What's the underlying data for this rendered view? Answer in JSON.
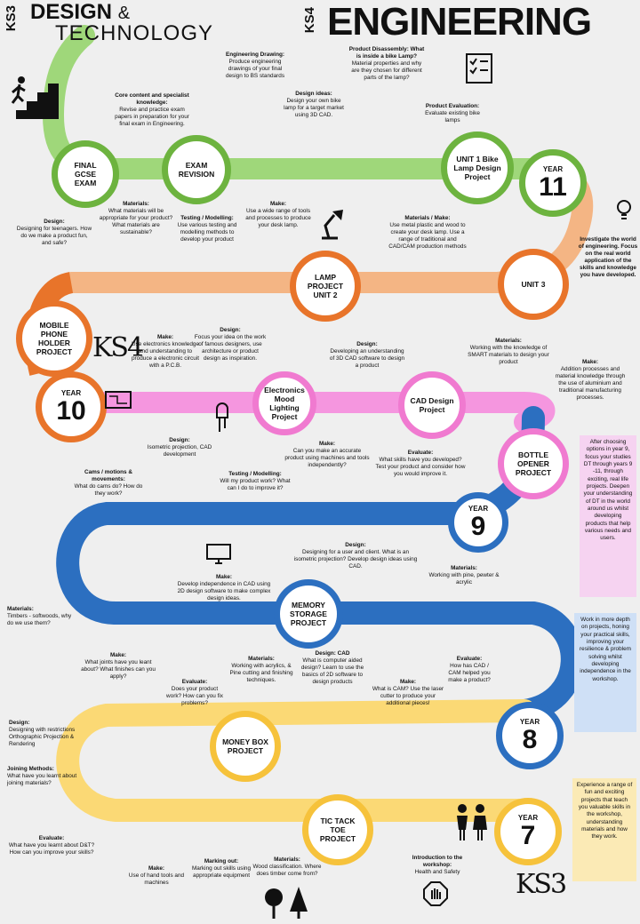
{
  "header": {
    "ks3_tag": "KS3",
    "design_word": "DESIGN",
    "ampersand": "&",
    "technology_word": "TECHNOLOGY",
    "ks4_tag": "KS4",
    "engineering_word": "ENGINEERING"
  },
  "colors": {
    "year11_green": "#6db33f",
    "year10_orange": "#e8742a",
    "year10_pink": "#f07ad0",
    "year9_blue": "#2c6fc0",
    "year8_7_yellow": "#f6c23b"
  },
  "ks_marks": {
    "ks4": "KS4",
    "ks3": "KS3"
  },
  "circles": {
    "final_exam": "FINAL GCSE EXAM",
    "exam_revision": "EXAM REVISION",
    "unit1": "UNIT 1 Bike Lamp Design Project",
    "year11_label": "YEAR",
    "year11_num": "11",
    "unit3": "UNIT 3",
    "lamp_project": "LAMP PROJECT UNIT 2",
    "mobile_phone": "MOBILE PHONE HOLDER PROJECT",
    "year10_label": "YEAR",
    "year10_num": "10",
    "electronics": "Electronics Mood Lighting Project",
    "cad_design": "CAD Design Project",
    "bottle_opener": "BOTTLE OPENER PROJECT",
    "year9_label": "YEAR",
    "year9_num": "9",
    "memory_storage": "MEMORY STORAGE PROJECT",
    "money_box": "MONEY BOX PROJECT",
    "year8_label": "YEAR",
    "year8_num": "8",
    "tic_tack": "TIC TACK TOE PROJECT",
    "year7_label": "YEAR",
    "year7_num": "7"
  },
  "notes": {
    "core_content": {
      "title": "Core content and specialist knowledge:",
      "body": "Revise and practice exam papers in preparation for your final exam in Engineering."
    },
    "eng_drawing": {
      "title": "Engineering Drawing:",
      "body": "Produce engineering drawings of your final design to BS standards"
    },
    "design_ideas": {
      "title": "Design ideas:",
      "body": "Design your own bike lamp for a target market using 3D CAD."
    },
    "product_disassembly": {
      "title": "Product Disassembly: What is inside a bike Lamp?",
      "body": "Material properties and why are they chosen for different parts of the lamp?"
    },
    "product_evaluation": {
      "title": "Product Evaluation:",
      "body": "Evaluate existing bike lamps"
    },
    "design_teen": {
      "title": "Design:",
      "body": "Designing for teenagers. How do we make a product fun, and safe?"
    },
    "materials_exam": {
      "title": "Materials:",
      "body": "What materials will be appropriate for your product? What materials are sustainable?"
    },
    "testing_lamp": {
      "title": "Testing / Modelling:",
      "body": "Use various testing and modelling methods to develop your product"
    },
    "make_lamp": {
      "title": "Make:",
      "body": "Use a wide range of tools and processes to produce your desk lamp."
    },
    "materials_make": {
      "title": "Materials / Make:",
      "body": "Use metal plastic and wood to create your desk lamp. Use a range of traditional and CAD/CAM production methods"
    },
    "investigate": {
      "title": "",
      "body": "Investigate the world of engineering. Focus on the real world application of the skills and knowledge you have developed."
    },
    "make_pcb": {
      "title": "Make:",
      "body": "Use electronics knowledge and understanding to produce a electronic circuit with a P.C.B."
    },
    "design_famous": {
      "title": "Design:",
      "body": "Focus your idea on the work of famous designers, use architecture or product design as inspiration."
    },
    "design_3dcad": {
      "title": "Design:",
      "body": "Developing an understanding of 3D CAD software to design a product"
    },
    "materials_smart": {
      "title": "Materials:",
      "body": "Working with the knowledge of SMART materials to design your product"
    },
    "make_aluminium": {
      "title": "Make:",
      "body": "Addition processes and material knowledge through the use of aluminium and traditional manufacturing processes."
    },
    "cams": {
      "title": "Cams / motions & movements:",
      "body": "What do cams do? How do they work?"
    },
    "design_isometric": {
      "title": "Design:",
      "body": "Isometric projection, CAD development"
    },
    "testing_improve": {
      "title": "Testing / Modelling:",
      "body": "Will my product work? What can I do to improve it?"
    },
    "make_accurate": {
      "title": "Make:",
      "body": "Can you make an accurate product using machines and tools independently?"
    },
    "evaluate_skills": {
      "title": "Evaluate:",
      "body": "What skills have you developed? Test your product and consider how you would improve it."
    },
    "design_user": {
      "title": "Design:",
      "body": "Designing for a user and client. What is an isometric projection? Develop design ideas using CAD."
    },
    "materials_timbers": {
      "title": "Materials:",
      "body": "Timbers - softwoods, why do we use them?"
    },
    "make_2dcad": {
      "title": "Make:",
      "body": "Develop independence in CAD using 2D design software to make complex design ideas."
    },
    "materials_pine": {
      "title": "Materials:",
      "body": "Working with pine, pewter & acrylic"
    },
    "make_joints": {
      "title": "Make:",
      "body": "What joints have you leant about? What finishes can you apply?"
    },
    "evaluate_problems": {
      "title": "Evaluate:",
      "body": "Does your product work? How can you fix problems?"
    },
    "materials_acrylic": {
      "title": "Materials:",
      "body": "Working with acrylics, & Pine cutting and finishing techniques."
    },
    "design_cad_basics": {
      "title": "Design: CAD",
      "body": "What is computer aided design? Learn to use the basics of 2D software to design products"
    },
    "make_cam": {
      "title": "Make:",
      "body": "What is CAM? Use the laser cutter to produce your additional pieces!"
    },
    "evaluate_cadcam": {
      "title": "Evaluate:",
      "body": "How has CAD / CAM helped you make a product?"
    },
    "design_restrictions": {
      "title": "Design:",
      "body": "Designing with restrictions Orthographic Projection & Rendering"
    },
    "joining": {
      "title": "Joining Methods:",
      "body": "What have you learnt about joining materials?"
    },
    "evaluate_dt": {
      "title": "Evaluate:",
      "body": "What have you learnt about D&T? How can you improve your skills?"
    },
    "make_hand": {
      "title": "Make:",
      "body": "Use of hand tools and machines"
    },
    "marking_out": {
      "title": "Marking out:",
      "body": "Marking out skills using appropriate equipment"
    },
    "materials_wood": {
      "title": "Materials:",
      "body": "Wood classification. Where does timber come from?"
    },
    "intro_workshop": {
      "title": "Introduction to the workshop:",
      "body": "Health and Safety"
    }
  },
  "side_panels": {
    "year9": "After choosing options in year 9, focus your studies DT through years 9 -11, through exciting, real life projects. Deepen your understanding of DT in the world around us whilst developing products that help various needs and users.",
    "year8": "Work in more depth on projects, honing your practical skills, improving your resilience & problem solving whilst developing independence in the workshop.",
    "year7": "Experience a range of fun and exciting projects that teach you valuable skills in the workshop, understanding materials and how they work."
  }
}
